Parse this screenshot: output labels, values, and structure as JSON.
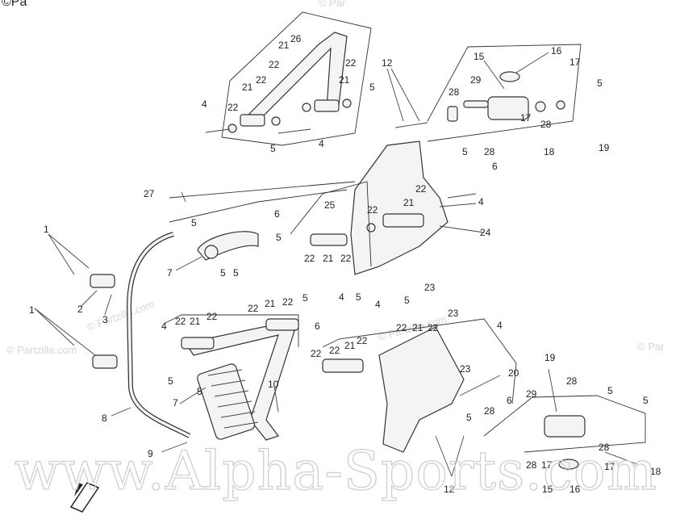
{
  "header": {
    "copyright_fragment": "©Pa"
  },
  "watermarks": {
    "main": "www.Alpha-Sports.com",
    "partzilla": "© Partzilla.com",
    "partzilla_short": "© Par"
  },
  "callouts": {
    "n1": "1",
    "n2": "2",
    "n3": "3",
    "n4": "4",
    "n5": "5",
    "n6": "6",
    "n7": "7",
    "n8": "8",
    "n9": "9",
    "n10": "10",
    "n12": "12",
    "n15": "15",
    "n16": "16",
    "n17": "17",
    "n18": "18",
    "n19": "19",
    "n20": "20",
    "n21": "21",
    "n22": "22",
    "n23": "23",
    "n24": "24",
    "n25": "25",
    "n26": "26",
    "n27": "27",
    "n28": "28",
    "n29": "29"
  },
  "direction_icon": "front-arrow-icon"
}
